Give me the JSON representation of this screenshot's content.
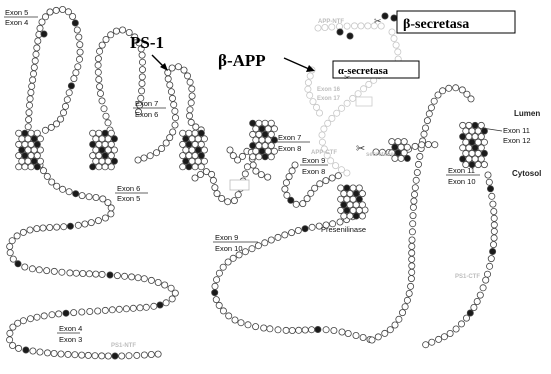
{
  "labels": {
    "ps1": "PS-1",
    "bapp": "β-APP",
    "beta_secretase": "β-secretasa",
    "alpha_secretase": "α-secretasa",
    "lumen": "Lumen",
    "cytosol": "Cytosol",
    "app_ntf": "APP-NTF",
    "app_ctf": "APP-CTF",
    "ps1_ntf": "PS1-NTF",
    "ps1_ctf": "PS1-CTF",
    "presenilinase": "Presenilinase",
    "secretase_small": "secretase",
    "exon5_top": "Exon 5",
    "exon4_top": "Exon 4",
    "exon7_a": "Exon 7",
    "exon6_a": "Exon 6",
    "exon6_b": "Exon 6",
    "exon5_b": "Exon 5",
    "exon7_b": "Exon 7",
    "exon8_a": "Exon 8",
    "exon9_a": "Exon 9",
    "exon8_b": "Exon 8",
    "exon9_b": "Exon 9",
    "exon10_a": "Exon 10",
    "exon4_b": "Exon 4",
    "exon3": "Exon 3",
    "exon10_faint": "Exon 16",
    "exon17_faint": "Exon 17",
    "exon11_a": "Exon 11",
    "exon12": "Exon 12",
    "exon11_b": "Exon 11",
    "exon10_b": "Exon 10"
  },
  "colors": {
    "bead_stroke": "#444444",
    "bead_fill": "#ffffff",
    "bead_dark": "#1a1a1a",
    "faint": "#c8c8c8"
  }
}
